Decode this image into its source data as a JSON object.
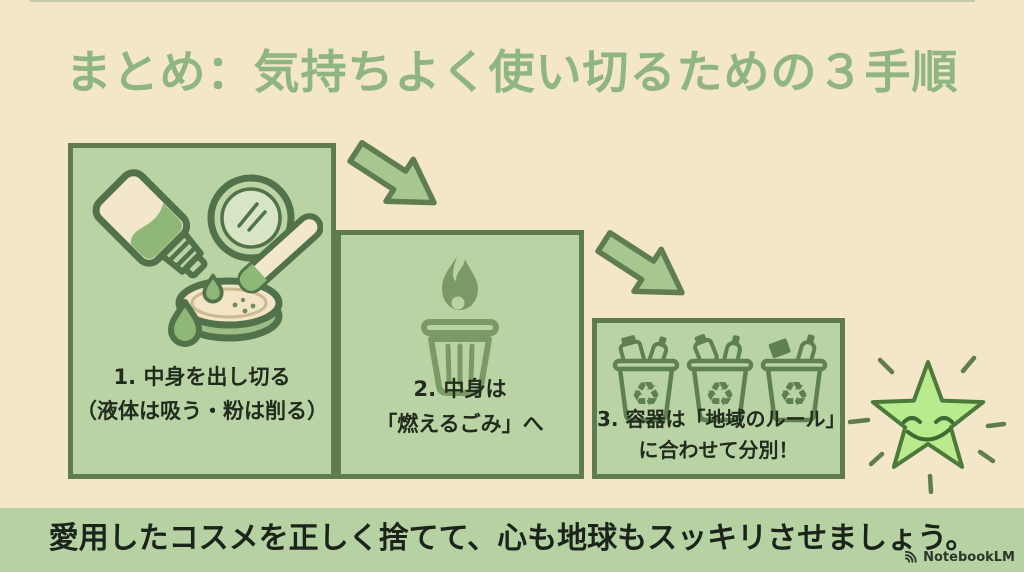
{
  "title": "まとめ：気持ちよく使い切るための３手順",
  "steps": [
    {
      "icon": "lotion-bottle-and-powder-compact-icon",
      "lines": [
        "1. 中身を出し切る",
        "（液体は吸う・粉は削る）"
      ]
    },
    {
      "icon": "flame-and-trash-can-icon",
      "lines": [
        "2. 中身は",
        "「燃えるごみ」へ"
      ]
    },
    {
      "icon": "recycling-bins-icon",
      "lines": [
        "3. 容器は「地域のルール」",
        "に合わせて分別！"
      ]
    }
  ],
  "footer": {
    "message": "愛用したコスメを正しく捨てて、心も地球もスッキリさせましょう。"
  },
  "watermark": {
    "label": "NotebookLM",
    "icon": "notebooklm-logo-icon"
  },
  "symbols": {
    "recycle": "♻"
  },
  "mascot": {
    "icon": "smiling-star-icon"
  },
  "colors": {
    "background": "#f3e6c9",
    "panel_fill": "#b9d3a5",
    "panel_border": "#5e7c50",
    "title_text": "#8fb580",
    "body_text": "#222b1e",
    "banner_fill": "#b6d2a3",
    "arrow_fill": "#a6c78f",
    "icon_stroke": "#51724a",
    "trash_stroke": "#7a9964",
    "star_fill": "#b9ea8d",
    "star_stroke": "#4d7a3a",
    "cream": "#f2e6cb"
  }
}
